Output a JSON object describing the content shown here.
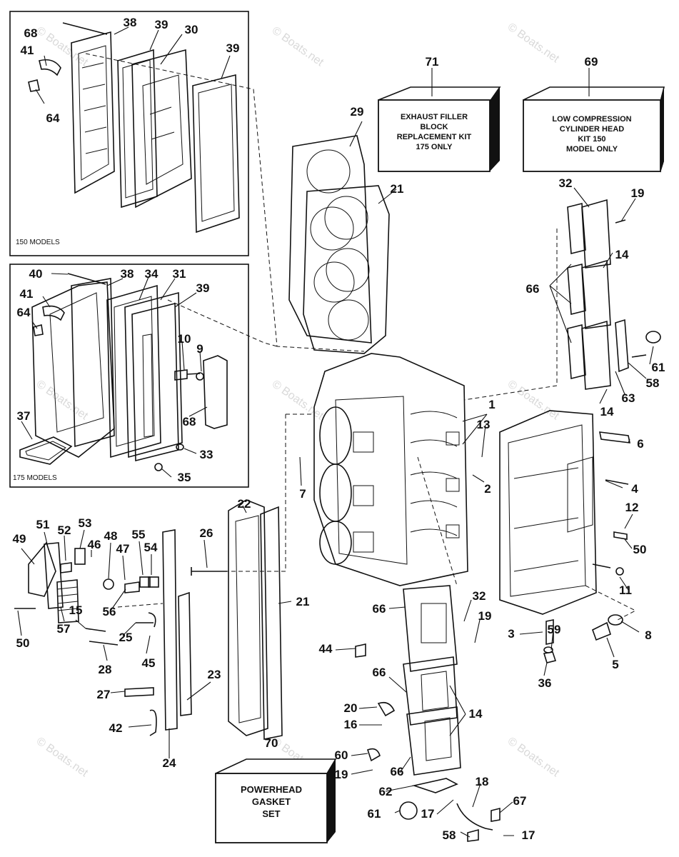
{
  "watermark": "© Boats.net",
  "inset_top": {
    "caption": "150 MODELS"
  },
  "inset_bottom": {
    "caption": "175 MODELS"
  },
  "kits": [
    {
      "id": "71",
      "lines": [
        "EXHAUST FILLER",
        "BLOCK",
        "REPLACEMENT KIT",
        "175 ONLY"
      ]
    },
    {
      "id": "69",
      "lines": [
        "LOW COMPRESSION",
        "CYLINDER HEAD",
        "KIT 150",
        "MODEL ONLY"
      ]
    },
    {
      "id": "70",
      "lines": [
        "POWERHEAD",
        "GASKET",
        "SET"
      ]
    }
  ],
  "callouts": [
    "68",
    "38",
    "39",
    "30",
    "39",
    "41",
    "64",
    "40",
    "38",
    "34",
    "31",
    "39",
    "41",
    "64",
    "10",
    "9",
    "68",
    "37",
    "33",
    "35",
    "71",
    "69",
    "29",
    "21",
    "32",
    "19",
    "14",
    "66",
    "61",
    "58",
    "63",
    "14",
    "1",
    "13",
    "6",
    "2",
    "4",
    "7",
    "12",
    "50",
    "11",
    "22",
    "26",
    "21",
    "49",
    "51",
    "52",
    "53",
    "46",
    "48",
    "47",
    "55",
    "54",
    "56",
    "15",
    "57",
    "50",
    "25",
    "28",
    "45",
    "27",
    "23",
    "42",
    "24",
    "32",
    "66",
    "19",
    "44",
    "66",
    "14",
    "20",
    "16",
    "60",
    "66",
    "19",
    "62",
    "61",
    "17",
    "18",
    "67",
    "58",
    "17",
    "3",
    "59",
    "8",
    "5",
    "36",
    "70"
  ]
}
